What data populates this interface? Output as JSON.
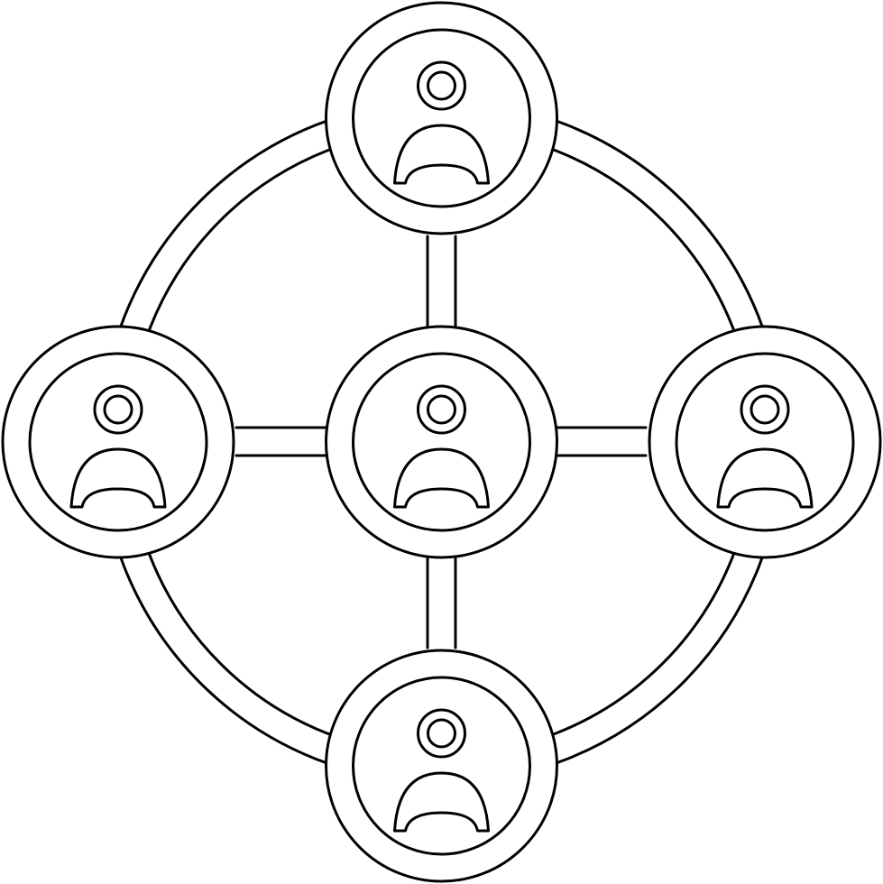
{
  "icon": {
    "name": "network-people-icon",
    "stroke_color": "#000000",
    "background_color": "#ffffff",
    "nodes": [
      "top",
      "left",
      "center",
      "right",
      "bottom"
    ]
  }
}
